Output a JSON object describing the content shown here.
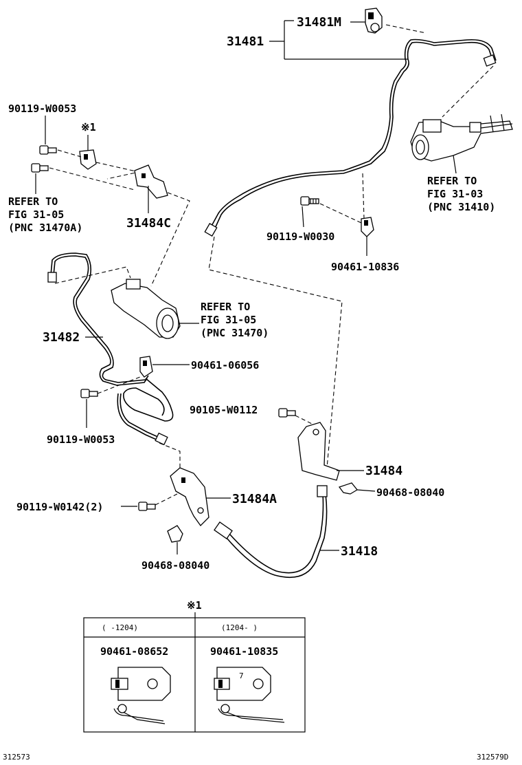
{
  "labels": {
    "p31481M": "31481M",
    "p31481": "31481",
    "p90119_w0053_top": "90119-W0053",
    "star1": "※1",
    "refer_a_1": "REFER TO",
    "refer_a_2": "FIG 31-05",
    "refer_a_3": "(PNC 31470A)",
    "p31484C": "31484C",
    "refer_b_1": "REFER TO",
    "refer_b_2": "FIG 31-03",
    "refer_b_3": "(PNC 31410)",
    "p90119_w0030": "90119-W0030",
    "p90461_10836": "90461-10836",
    "refer_c_1": "REFER TO",
    "refer_c_2": "FIG 31-05",
    "refer_c_3": "(PNC 31470)",
    "p31482": "31482",
    "p90461_06056": "90461-06056",
    "p90105_w0112": "90105-W0112",
    "p90119_w0053_mid": "90119-W0053",
    "p31484": "31484",
    "p90468_08040_right": "90468-08040",
    "p90119_w0142": "90119-W0142(2)",
    "p31484A": "31484A",
    "p31418": "31418",
    "p90468_08040_bottom": "90468-08040"
  },
  "table": {
    "marker": "※1",
    "col1_header": "(    -1204)",
    "col2_header": "(1204-    )",
    "col1_part": "90461-08652",
    "col2_part": "90461-10835",
    "col2_glyph": "7"
  },
  "footer": {
    "left_code": "312573",
    "right_code": "312579D"
  }
}
